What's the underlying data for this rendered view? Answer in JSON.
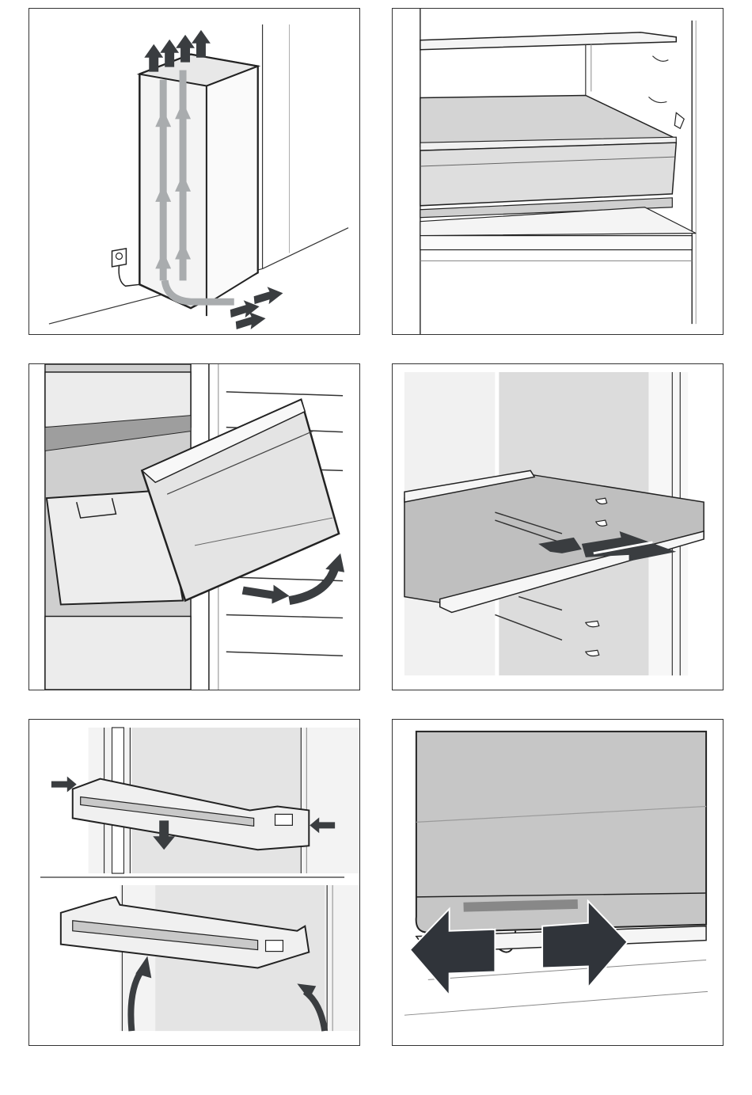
{
  "figure": {
    "panels": [
      {
        "id": "p1",
        "name": "ventilation-panel",
        "subject": "appliance-airflow"
      },
      {
        "id": "p2",
        "name": "glass-shelf-storage-panel",
        "subject": "shelf-under-compartment"
      },
      {
        "id": "p3",
        "name": "drawer-removal-panel",
        "subject": "freezer-drawer"
      },
      {
        "id": "p4",
        "name": "glass-shelf-removal-panel",
        "subject": "glass-shelf"
      },
      {
        "id": "p5",
        "name": "door-shelf-removal-panel",
        "subject": "door-rack"
      },
      {
        "id": "p6",
        "name": "sliding-cover-panel",
        "subject": "slide-adjustment"
      }
    ],
    "colors": {
      "outline": "#222222",
      "arrow_dark": "#3a3d40",
      "arrow_light": "#a9acae",
      "surface_light": "#f0f0f0",
      "surface_mid": "#d9d9d9",
      "surface_dark": "#bdbdbd"
    },
    "icons": [
      "up-arrow-icon",
      "right-arrow-icon",
      "down-arrow-icon",
      "left-right-arrow-icon",
      "curved-arrow-icon",
      "power-outlet-icon"
    ]
  }
}
